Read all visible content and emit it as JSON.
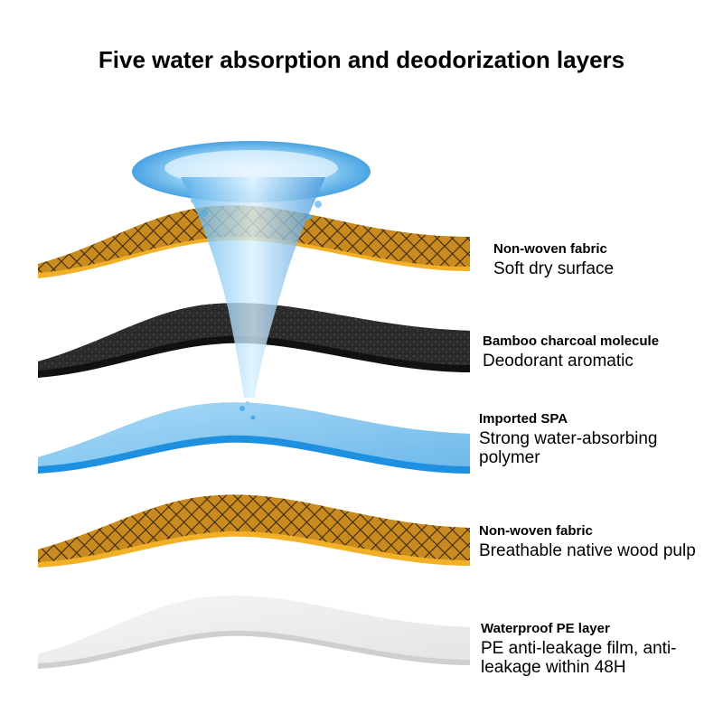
{
  "title": "Five water absorption and deodorization layers",
  "layers": [
    {
      "heading": "Non-woven fabric",
      "description": "Soft dry surface"
    },
    {
      "heading": "Bamboo charcoal molecule",
      "description": "Deodorant aromatic"
    },
    {
      "heading": "Imported SPA",
      "description": "Strong water-absorbing polymer"
    },
    {
      "heading": "Non-woven fabric",
      "description": "Breathable native wood pulp"
    },
    {
      "heading": "Waterproof PE layer",
      "description": "PE anti-leakage film, anti-leakage within 48H"
    }
  ],
  "colors": {
    "fabric": "#c98a1e",
    "fabric_edge": "#f2b027",
    "fabric_mesh": "#3a2a14",
    "charcoal": "#2a2a2a",
    "charcoal_edge": "#111111",
    "spa": "#8ccaf0",
    "spa_edge": "#1e90e0",
    "pe": "#eeeeee",
    "pe_edge": "#cfcfcf",
    "water": "#4aa8e8"
  }
}
